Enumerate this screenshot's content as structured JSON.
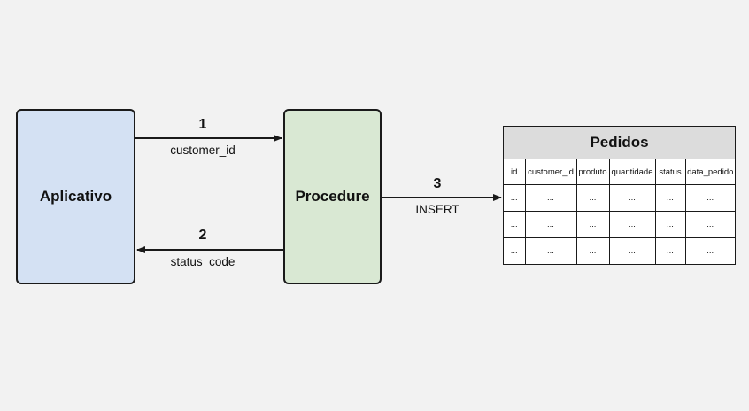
{
  "nodes": {
    "app": "Aplicativo",
    "procedure": "Procedure"
  },
  "edges": [
    {
      "number": "1",
      "label": "customer_id"
    },
    {
      "number": "2",
      "label": "status_code"
    },
    {
      "number": "3",
      "label": "INSERT"
    }
  ],
  "table": {
    "title": "Pedidos",
    "columns": [
      "id",
      "customer_id",
      "produto",
      "quantidade",
      "status",
      "data_pedido"
    ],
    "rows": [
      [
        "...",
        "...",
        "...",
        "...",
        "...",
        "..."
      ],
      [
        "...",
        "...",
        "...",
        "...",
        "...",
        "..."
      ],
      [
        "...",
        "...",
        "...",
        "...",
        "...",
        "..."
      ]
    ]
  },
  "colors": {
    "background": "#f2f2f2",
    "app_fill": "#d4e1f3",
    "procedure_fill": "#d9e8d3",
    "table_header_fill": "#dcdcdc",
    "stroke": "#1a1a1a"
  }
}
